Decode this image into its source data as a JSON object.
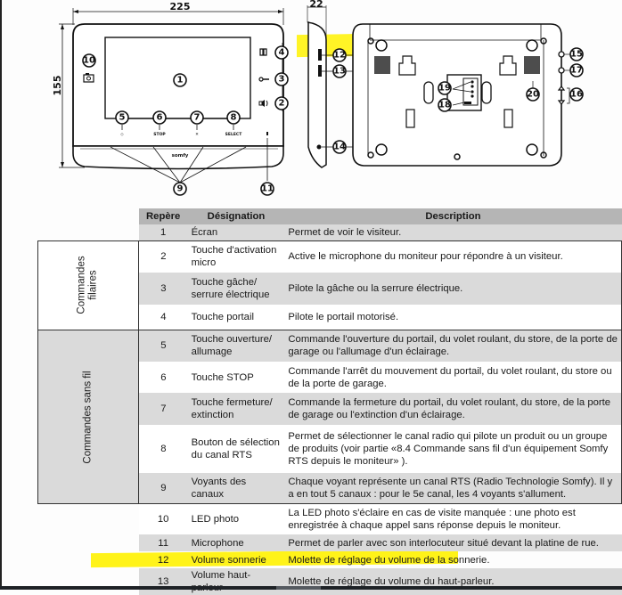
{
  "diagram": {
    "front_view": {
      "width_dim": "225",
      "height_dim": "155",
      "button_labels": [
        "STOP",
        "SELECT"
      ],
      "brand": "somfy",
      "callouts": [
        "1",
        "2",
        "3",
        "4",
        "5",
        "6",
        "7",
        "8",
        "9",
        "10",
        "11"
      ]
    },
    "side_view": {
      "depth_dim": "22",
      "callouts": [
        "12",
        "13",
        "14"
      ]
    },
    "back_view": {
      "callouts": [
        "15",
        "16",
        "17",
        "18",
        "19",
        "20"
      ]
    },
    "highlight_color": "#fff200"
  },
  "table": {
    "headers": {
      "repere": "Repère",
      "designation": "Désignation",
      "description": "Description"
    },
    "groups": {
      "wired": "Commandes filaires",
      "wired_line1": "Commandes",
      "wired_line2": "filaires",
      "wireless": "Commandes sans fil"
    },
    "rows": [
      {
        "repere": "1",
        "designation": "Écran",
        "description": "Permet de voir le visiteur."
      },
      {
        "repere": "2",
        "designation": "Touche d'activation micro",
        "description": "Active le microphone du moniteur pour répondre à un visiteur."
      },
      {
        "repere": "3",
        "designation": "Touche gâche/ serrure électrique",
        "description": "Pilote la gâche ou la serrure électrique."
      },
      {
        "repere": "4",
        "designation": "Touche portail",
        "description": "Pilote le portail motorisé."
      },
      {
        "repere": "5",
        "designation": "Touche ouverture/ allumage",
        "description": "Commande l'ouverture du portail, du volet roulant, du store, de la porte de garage ou l'allumage d'un éclairage."
      },
      {
        "repere": "6",
        "designation": "Touche STOP",
        "description": "Commande l'arrêt du mouvement du portail, du volet roulant, du store ou de la porte de garage."
      },
      {
        "repere": "7",
        "designation": "Touche fermeture/ extinction",
        "description": "Commande la fermeture du portail, du volet roulant, du store, de la porte de garage ou l'extinction d'un éclairage."
      },
      {
        "repere": "8",
        "designation": "Bouton de sélection du canal RTS",
        "description": "Permet de sélectionner le canal radio qui pilote un produit ou un groupe de produits (voir partie «8.4 Commande sans fil d'un équipement Somfy RTS depuis le moniteur» )."
      },
      {
        "repere": "9",
        "designation": "Voyants des canaux",
        "description": "Chaque voyant représente un canal RTS (Radio Technologie Somfy). Il y a en tout 5 canaux : pour le 5e canal, les 4 voyants s'allument."
      },
      {
        "repere": "10",
        "designation": "LED photo",
        "description": "La LED photo s'éclaire en cas de visite manquée : une photo est enregistrée à chaque appel sans réponse depuis le moniteur."
      },
      {
        "repere": "11",
        "designation": "Microphone",
        "description": "Permet de parler avec son interlocuteur situé devant la platine de rue."
      },
      {
        "repere": "12",
        "designation": "Volume sonnerie",
        "description": "Molette de réglage du volume de la sonnerie.",
        "highlighted": true
      },
      {
        "repere": "13",
        "designation": "Volume haut-parleur",
        "description": "Molette de réglage du volume du haut-parleur."
      }
    ]
  }
}
